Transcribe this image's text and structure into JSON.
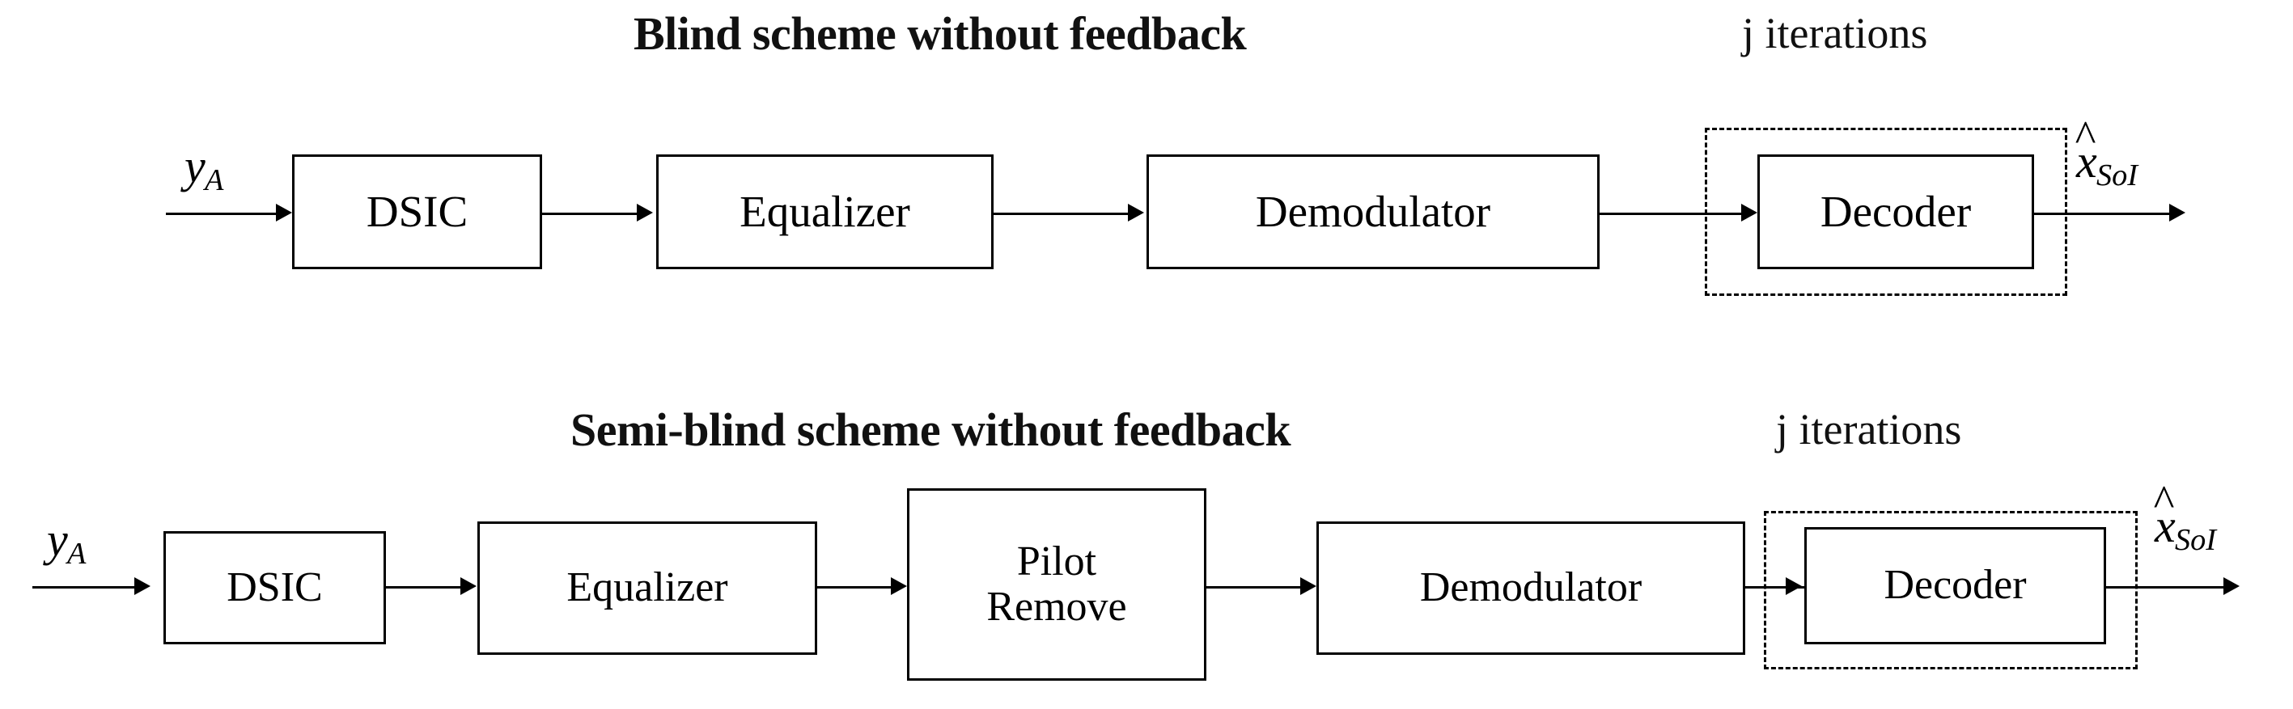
{
  "figure": {
    "kind": "block-diagram",
    "background": "#ffffff",
    "line_color": "#000000"
  },
  "schemes": [
    {
      "id": "blind",
      "title": "Blind scheme without feedback",
      "iteration_label": "j iterations",
      "input_label": {
        "base": "y",
        "sub": "A",
        "hat": false
      },
      "output_label": {
        "base": "x",
        "sub": "SoI",
        "hat": true
      },
      "blocks": [
        {
          "name": "dsic",
          "label": "DSIC"
        },
        {
          "name": "equalizer",
          "label": "Equalizer"
        },
        {
          "name": "demodulator",
          "label": "Demodulator"
        },
        {
          "name": "decoder",
          "label": "Decoder"
        }
      ],
      "dashed_group": [
        "decoder"
      ]
    },
    {
      "id": "semi-blind",
      "title": "Semi-blind scheme without feedback",
      "iteration_label": "j iterations",
      "input_label": {
        "base": "y",
        "sub": "A",
        "hat": false
      },
      "output_label": {
        "base": "x",
        "sub": "SoI",
        "hat": true
      },
      "blocks": [
        {
          "name": "dsic",
          "label": "DSIC"
        },
        {
          "name": "equalizer",
          "label": "Equalizer"
        },
        {
          "name": "pilot-remove",
          "label": "Pilot\nRemove"
        },
        {
          "name": "demodulator",
          "label": "Demodulator"
        },
        {
          "name": "decoder",
          "label": "Decoder"
        }
      ],
      "dashed_group": [
        "decoder"
      ]
    }
  ]
}
